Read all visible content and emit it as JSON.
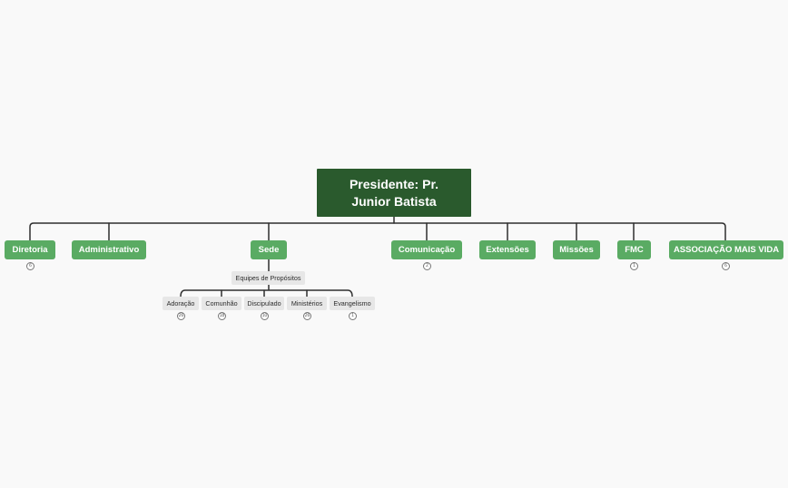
{
  "root": {
    "title": "Presidente: Pr.\nJunior Batista"
  },
  "branches": [
    {
      "label": "Diretoria",
      "count": "6"
    },
    {
      "label": "Administrativo"
    },
    {
      "label": "Sede"
    },
    {
      "label": "Comunicação",
      "count": "2"
    },
    {
      "label": "Extensões"
    },
    {
      "label": "Missões"
    },
    {
      "label": "FMC",
      "count": "1"
    },
    {
      "label": "ASSOCIAÇÃO MAIS VIDA",
      "count": "6"
    }
  ],
  "sede": {
    "group": "Equipes de Propósitos",
    "teams": [
      {
        "label": "Adoração",
        "count": "26"
      },
      {
        "label": "Comunhão",
        "count": "18"
      },
      {
        "label": "Discipulado",
        "count": "10"
      },
      {
        "label": "Ministérios",
        "count": "26"
      },
      {
        "label": "Evangelismo",
        "count": "1"
      }
    ]
  },
  "colors": {
    "root_fill": "#2a5a2d",
    "branch_fill": "#5aab63",
    "leaf_fill": "#e7e7e7",
    "connector": "#2f2f2f",
    "background": "#f9f9f9"
  }
}
